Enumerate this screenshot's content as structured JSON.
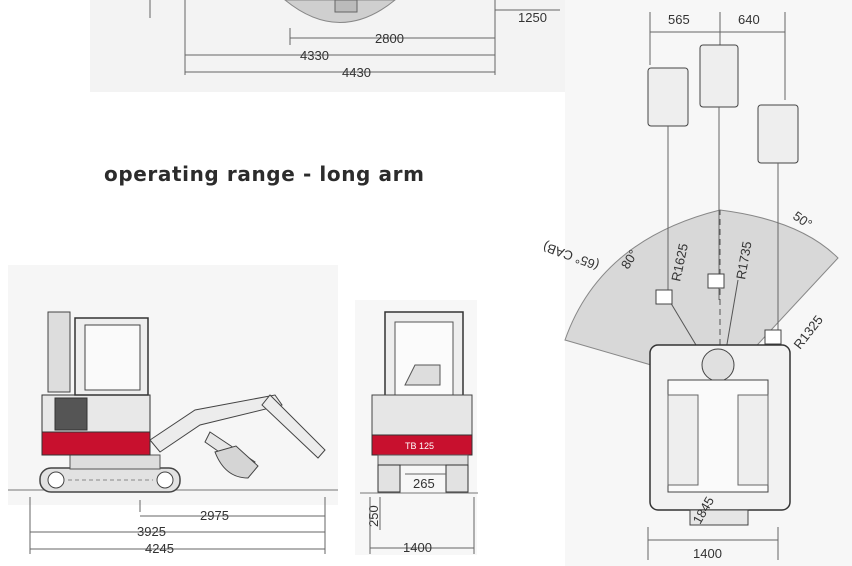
{
  "section_title": "operating range - long arm",
  "top_dimensions": {
    "d1250": "1250",
    "d2800": "2800",
    "d4330": "4330",
    "d4430": "4430"
  },
  "side_view": {
    "d2975": "2975",
    "d3925": "3925",
    "d4245": "4245"
  },
  "front_view": {
    "d265": "265",
    "d250": "250",
    "d1400": "1400",
    "cab_plate": "TB 125"
  },
  "top_view": {
    "d565": "565",
    "d640": "640",
    "r1625": "R1625",
    "r1735": "R1735",
    "r1325": "R1325",
    "angle_left": "80°",
    "angle_left_cab": "(65° CAB)",
    "angle_right": "50°",
    "d1400": "1400",
    "d1845": "1845"
  },
  "colors": {
    "accent_red": "#c8102e",
    "line": "#555555",
    "shade": "#d8d8d8"
  }
}
